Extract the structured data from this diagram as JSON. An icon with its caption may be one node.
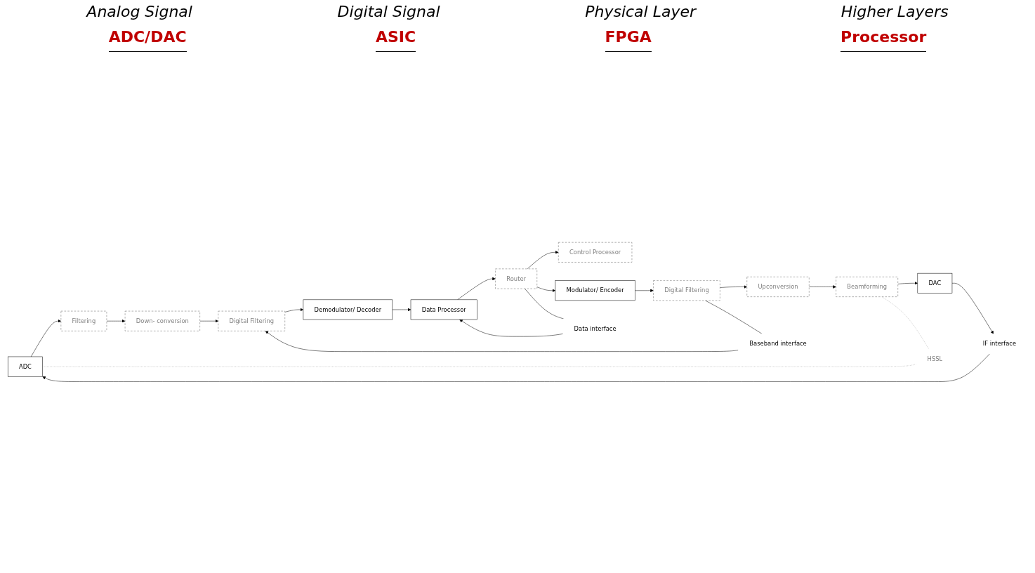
{
  "diagram": {
    "nodes": [
      {
        "text": [
          "ADC"
        ]
      },
      {
        "text": [
          "Filtering"
        ]
      },
      {
        "text": [
          "Down- conversion"
        ]
      },
      {
        "text": [
          "Digital Filtering"
        ]
      },
      {
        "text": [
          "Demodulator/ Decoder"
        ]
      },
      {
        "text": [
          "Data Processor"
        ]
      },
      {
        "text": [
          "DAC"
        ]
      },
      {
        "text": [
          "Beamforming"
        ]
      },
      {
        "text": [
          "Upconversion"
        ]
      },
      {
        "text": [
          "Digital Filtering"
        ]
      },
      {
        "text": [
          "Modulator/ Encoder"
        ]
      },
      {
        "text": [
          "Router"
        ]
      },
      {
        "text": [
          "Control Processor"
        ]
      },
      {
        "text": [
          "IF interface"
        ]
      },
      {
        "text": [
          "Baseband interface"
        ]
      },
      {
        "text": [
          "Data interface"
        ]
      },
      {
        "text": [
          "HSSL"
        ]
      }
    ],
    "edges": [
      {
        "from": 13,
        "to": 0,
        "arrow": "to"
      },
      {
        "from": 0,
        "to": 1,
        "arrow": "to"
      },
      {
        "from": 1,
        "to": 2,
        "arrow": "to"
      },
      {
        "from": 2,
        "to": 3,
        "arrow": "to"
      },
      {
        "from": 14,
        "to": 3,
        "arrow": "to"
      },
      {
        "from": 3,
        "to": 4,
        "arrow": "to"
      },
      {
        "from": 4,
        "to": 5,
        "arrow": "to"
      },
      {
        "from": 15,
        "to": 5,
        "arrow": "to"
      },
      {
        "from": 5,
        "to": 11,
        "arrow": "to"
      },
      {
        "from": 11,
        "to": 12,
        "arrow": "to"
      },
      {
        "from": 11,
        "to": 10,
        "arrow": "to"
      },
      {
        "from": 11,
        "to": 15,
        "arrow": "none"
      },
      {
        "from": 10,
        "to": 9,
        "arrow": "to"
      },
      {
        "from": 9,
        "to": 8,
        "arrow": "to"
      },
      {
        "from": 9,
        "to": 14,
        "arrow": "none"
      },
      {
        "from": 8,
        "to": 7,
        "arrow": "to"
      },
      {
        "from": 7,
        "to": 6,
        "arrow": "to"
      },
      {
        "from": 6,
        "to": 13,
        "arrow": "to"
      },
      {
        "from": 0,
        "to": 16,
        "arrow": "none",
        "style": "dashed",
        "color": "#a6a6a6"
      },
      {
        "from": 7,
        "to": 16,
        "arrow": "none",
        "style": "dashed",
        "color": "#a6a6a6"
      }
    ],
    "labels": [
      "Analog Signal",
      "Digital Signal",
      "Physical Layer",
      "Higher Layers",
      "ADC/DAC",
      "ASIC",
      "FPGA",
      "Processor"
    ]
  }
}
